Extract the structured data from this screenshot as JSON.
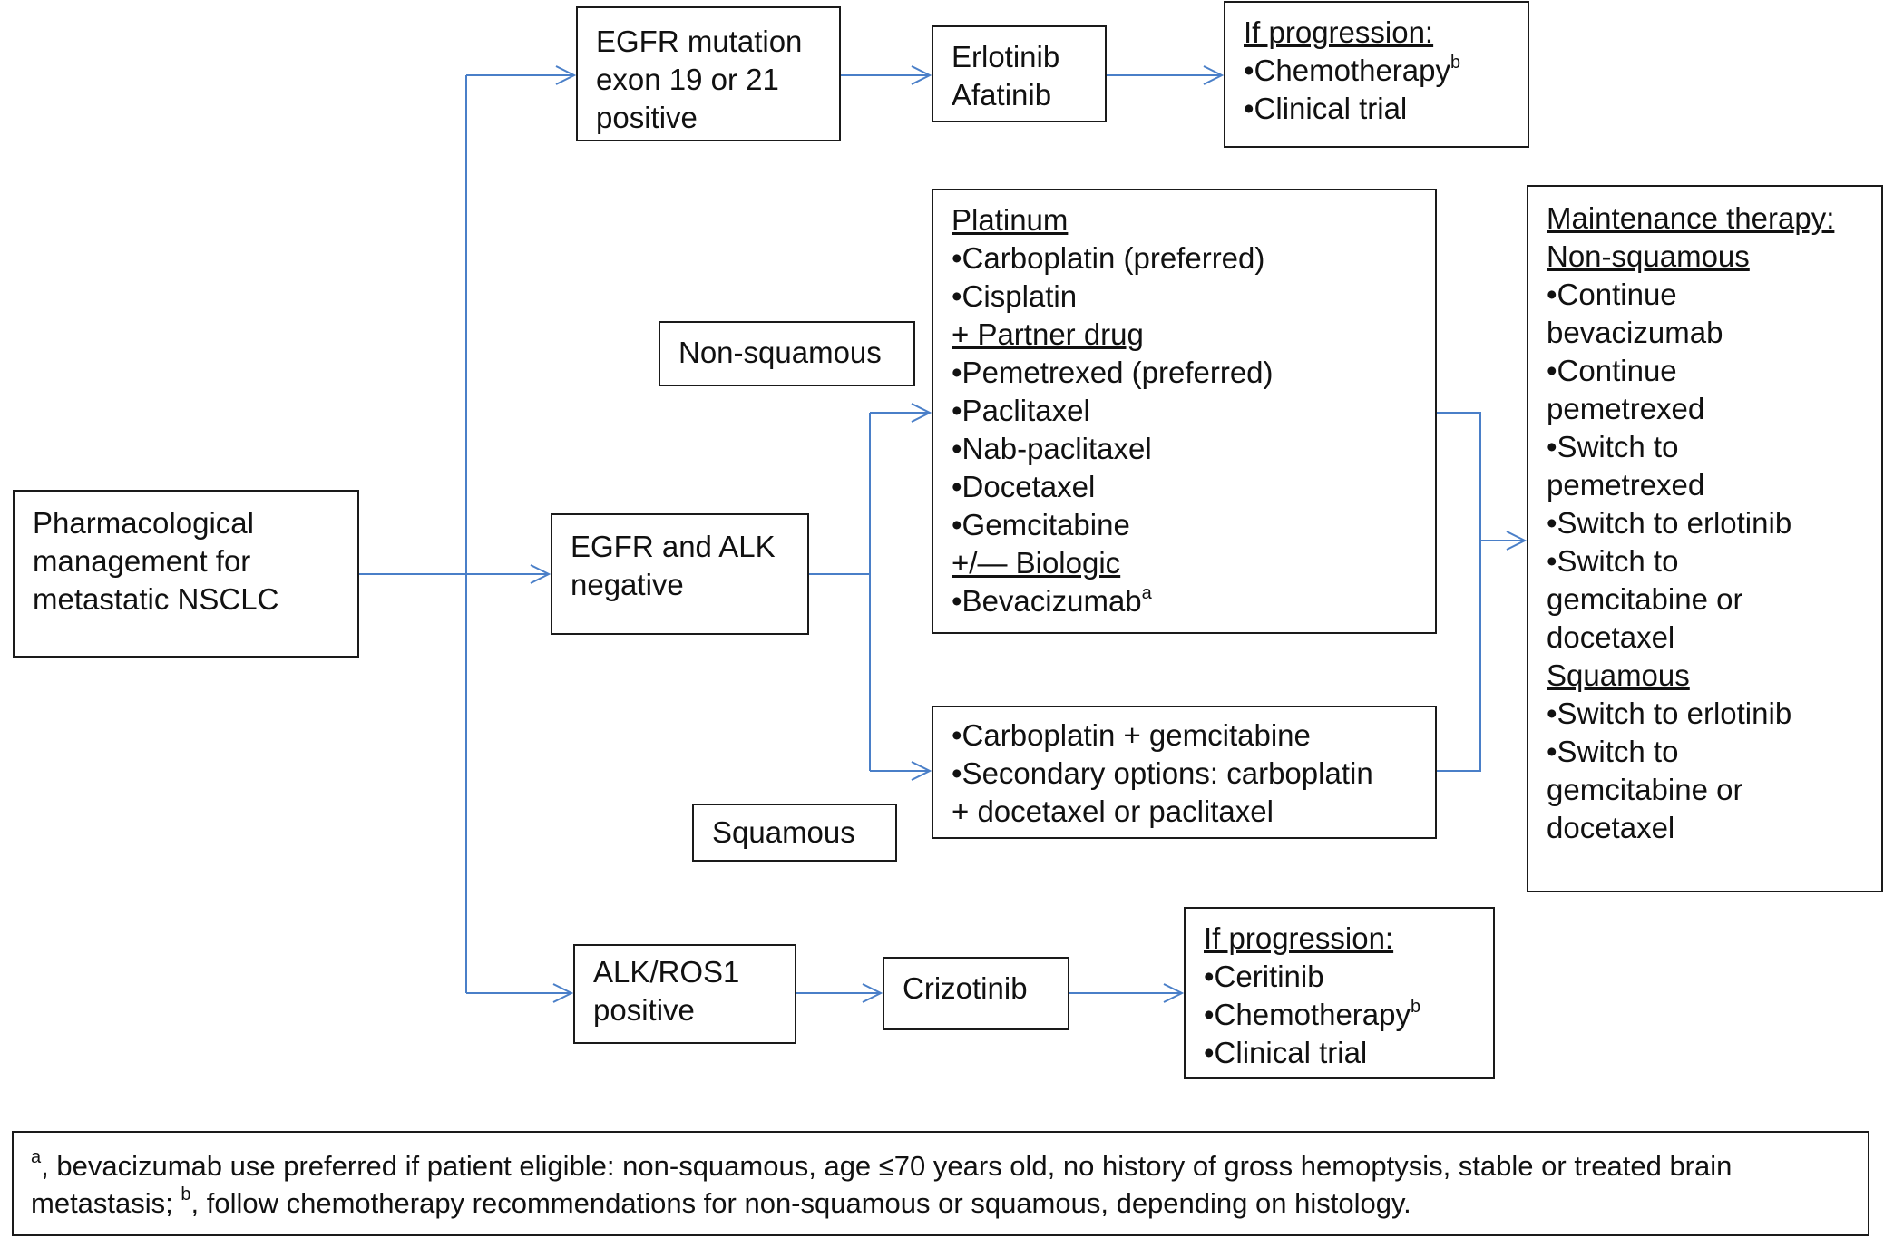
{
  "colors": {
    "connector": "#4a7fc8",
    "border": "#1a1a1a",
    "text": "#111111"
  },
  "start": {
    "lines": [
      "Pharmacological",
      "management for",
      "metastatic NSCLC"
    ]
  },
  "egfr_positive": {
    "lines": [
      "EGFR mutation",
      "exon 19 or 21",
      "positive"
    ]
  },
  "egfr_therapy": {
    "lines": [
      "Erlotinib",
      "Afatinib"
    ]
  },
  "egfr_progression": {
    "heading": "If progression:",
    "items": [
      "•Chemotherapy",
      "•Clinical trial"
    ],
    "footnote_mark": "b"
  },
  "negative": {
    "lines": [
      "EGFR and ALK",
      "negative"
    ]
  },
  "labels": {
    "non_squamous": "Non-squamous",
    "squamous": "Squamous"
  },
  "non_squamous_regimen": {
    "platinum_heading": "Platinum",
    "platinum_items": [
      "•Carboplatin (preferred)",
      "•Cisplatin"
    ],
    "partner_heading": "+ Partner drug",
    "partner_items": [
      "•Pemetrexed (preferred)",
      "•Paclitaxel",
      "•Nab-paclitaxel",
      "•Docetaxel",
      "•Gemcitabine"
    ],
    "biologic_heading": "+/— Biologic",
    "biologic_item": "•Bevacizumab",
    "footnote_mark": "a"
  },
  "squamous_regimen": {
    "lines": [
      "•Carboplatin + gemcitabine",
      "•Secondary options: carboplatin",
      "+ docetaxel or paclitaxel"
    ]
  },
  "maintenance": {
    "heading": "Maintenance therapy:",
    "nonsq_heading": "Non-squamous",
    "nonsq_items": [
      "•Continue",
      "bevacizumab",
      "•Continue",
      "pemetrexed",
      "•Switch to",
      "pemetrexed",
      "•Switch to erlotinib",
      "•Switch to",
      "gemcitabine or",
      "docetaxel"
    ],
    "sq_heading": "Squamous",
    "sq_items": [
      "•Switch to erlotinib",
      "•Switch to",
      "gemcitabine or",
      "docetaxel"
    ]
  },
  "alk_positive": {
    "lines": [
      "ALK/ROS1",
      "positive"
    ]
  },
  "alk_therapy": {
    "lines": [
      "Crizotinib"
    ]
  },
  "alk_progression": {
    "heading": "If progression:",
    "items": [
      "•Ceritinib",
      "•Chemotherapy",
      "•Clinical trial"
    ],
    "footnote_mark": "b"
  },
  "footnote": {
    "mark_a": "a",
    "text_a": ", bevacizumab use preferred if patient eligible: non-squamous, age ≤70 years old, no history of gross hemoptysis, stable or treated brain metastasis; ",
    "mark_b": "b",
    "text_b": ", follow chemotherapy recommendations for non-squamous or squamous, depending on histology."
  }
}
